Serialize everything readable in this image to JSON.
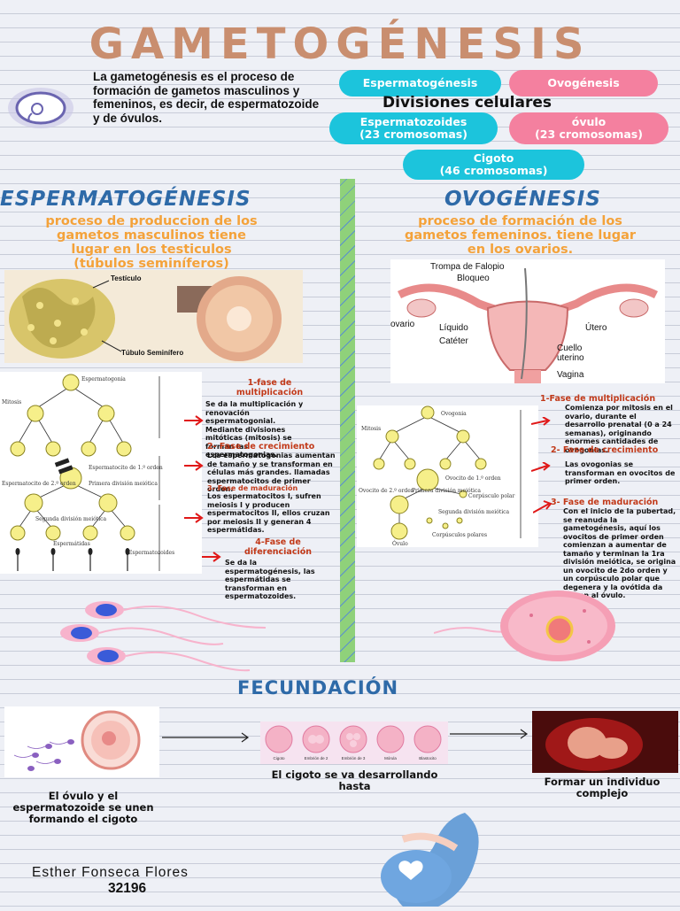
{
  "title": "GAMETOGÉNESIS",
  "intro": "La gametogénesis es el proceso de formación de gametos masculinos y femeninos, es decir, de espermatozoide y de óvulos.",
  "pills": {
    "espermatogenesis": "Espermatogénesis",
    "ovogenesis": "Ovogénesis",
    "divisiones": "Divisiones celulares",
    "espermatozoides_1": "Espermatozoides",
    "espermatozoides_2": "(23 cromosomas)",
    "ovulo_1": "óvulo",
    "ovulo_2": "(23 cromosomas)",
    "cigoto_1": "Cigoto",
    "cigoto_2": "(46 cromosomas)"
  },
  "left": {
    "heading": "ESPERMATOGÉNESIS",
    "subtitle_1": "proceso de produccion de los",
    "subtitle_2": "gametos masculinos tiene",
    "subtitle_3": "lugar en los testiculos",
    "subtitle_4": "(túbulos seminíferos)",
    "testis_label_1": "Testículo",
    "testis_label_2": "Túbulo Seminífero",
    "diagram_labels": {
      "espermatogonia": "Espermatogonia",
      "mitosis": "Mitosis",
      "esp1": "Espermatocito de 1.º orden",
      "esp2": "Espermatocito de 2.º orden",
      "primera": "Primera división meiótica",
      "segunda": "Segunda división meiótica",
      "espermatidas": "Espermátidas",
      "espermatozoides": "Espermatozoides"
    },
    "phases": [
      {
        "title_1": "1-fase de",
        "title_2": "multiplicación",
        "desc": "Se da la multiplicación y renovación espermatogonial. Mediante divisiones mitóticas (mitosis) se forman las espermatogonias."
      },
      {
        "title": "2- Fase de crecimiento",
        "desc": "Los espermatogonias aumentan de tamaño y se transforman en células más grandes. llamadas espermatocitos de primer orden."
      },
      {
        "title": "3- Fase de maduración",
        "desc": "Los espermatocitos I, sufren meiosis I y producen espermatocitos II, ellos cruzan por meiosis II y generan 4 espermátidas."
      },
      {
        "title_1": "4-Fase de",
        "title_2": "diferenciación",
        "desc": "Se da la espermatogénesis, las espermátidas se transforman en espermatozoides."
      }
    ]
  },
  "right": {
    "heading": "OVOGÉNESIS",
    "subtitle_1": "proceso de formación de los",
    "subtitle_2": "gametos femeninos. tiene lugar",
    "subtitle_3": "en los ovarios.",
    "anat_labels": {
      "trompa": "Trompa de Falopio",
      "bloqueo": "Bloqueo",
      "ovario": "ovario",
      "liquido": "Líquido",
      "cateter": "Catéter",
      "utero": "Útero",
      "cuello_1": "Cuello",
      "cuello_2": "uterino",
      "vagina": "Vagina"
    },
    "diagram_labels": {
      "ovogonia": "Ovogonia",
      "mitosis": "Mitosis",
      "ovocito1": "Ovocito de 1.º orden",
      "ovocito2": "Ovocito de 2.º orden",
      "primera": "Primera división meiótica",
      "segunda": "Segunda división meiótica",
      "corpusculo": "Corpúsculo polar",
      "corpusculos": "Corpúsculos polares",
      "ovulo": "Óvulo"
    },
    "phases": [
      {
        "title": "1-Fase de multiplicación",
        "desc": "Comienza por mitosis en el ovario, durante el desarrollo prenatal (0 a 24 semanas), originando enormes cantidades de ovogonias."
      },
      {
        "title": "2- Fase de crecimiento",
        "desc": "Las ovogonias se transforman en ovocitos de primer orden."
      },
      {
        "title": "3- Fase de maduración",
        "desc": "Con el inicio de la pubertad, se reanuda la gametogénesis, aquí los ovocitos de primer orden comienzan a aumentar de tamaño y terminan la 1ra división meiótica, se origina un ovocito de 2do orden y un corpúsculo polar que degenera y la ovótida da origen al óvulo."
      }
    ]
  },
  "fecundacion": {
    "heading": "FECUNDACIÓN",
    "stages": [
      "Cigoto",
      "Embrión de 2",
      "Embrión de 3",
      "Mórula",
      "Blastocito"
    ],
    "caption_left": "El óvulo y el espermatozoide se unen formando el cigoto",
    "caption_mid": "El cigoto se va desarrollando hasta",
    "caption_right": "Formar un individuo complejo"
  },
  "author": {
    "name": "Esther Fonseca Flores",
    "id": "32196"
  },
  "colors": {
    "title": "#c98e6f",
    "heading": "#2e6aa8",
    "orange": "#f4a23a",
    "cyan": "#1cc4dc",
    "pink": "#f4809f",
    "red_text": "#c23a1a",
    "divider": "#8fd17a"
  },
  "icons": [
    "sperm-bubble-icon",
    "red-arrow-icon",
    "pregnant-heart-icon",
    "black-arrow-icon"
  ]
}
